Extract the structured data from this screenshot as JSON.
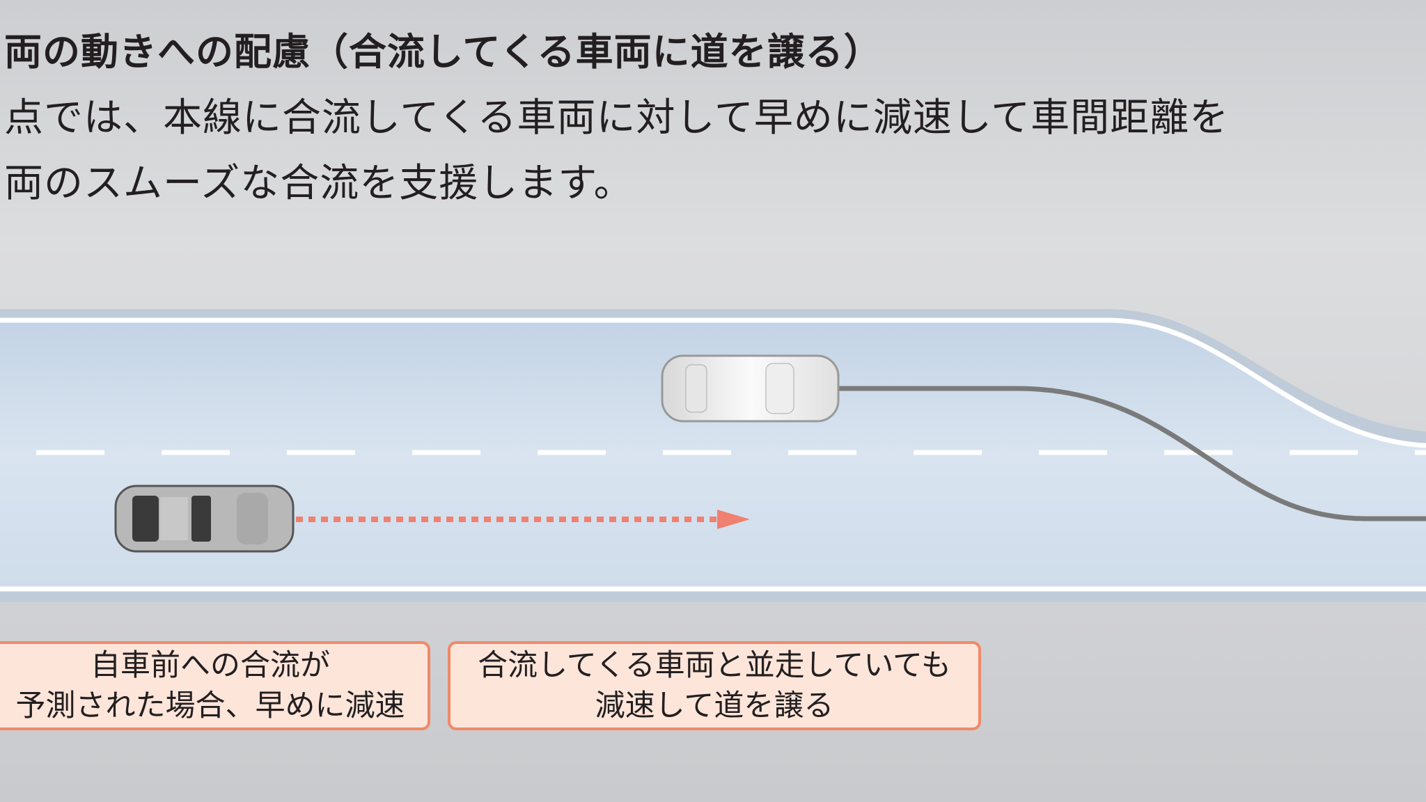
{
  "heading": "両の動きへの配慮（合流してくる車両に道を譲る）",
  "description": [
    "点では、本線に合流してくる車両に対して早めに減速して車間距離を",
    "両のスムーズな合流を支援します。"
  ],
  "captions": [
    {
      "lines": [
        "自車前への合流が",
        "予測された場合、早めに減速"
      ]
    },
    {
      "lines": [
        "合流してくる車両と並走していても",
        "減速して道を譲る"
      ]
    }
  ],
  "colors": {
    "road": "#d6e2ef",
    "arrow": "#f08070",
    "caption_border": "#ef8a68",
    "caption_bg": "#fde5da",
    "path": "#7a7a7a"
  }
}
